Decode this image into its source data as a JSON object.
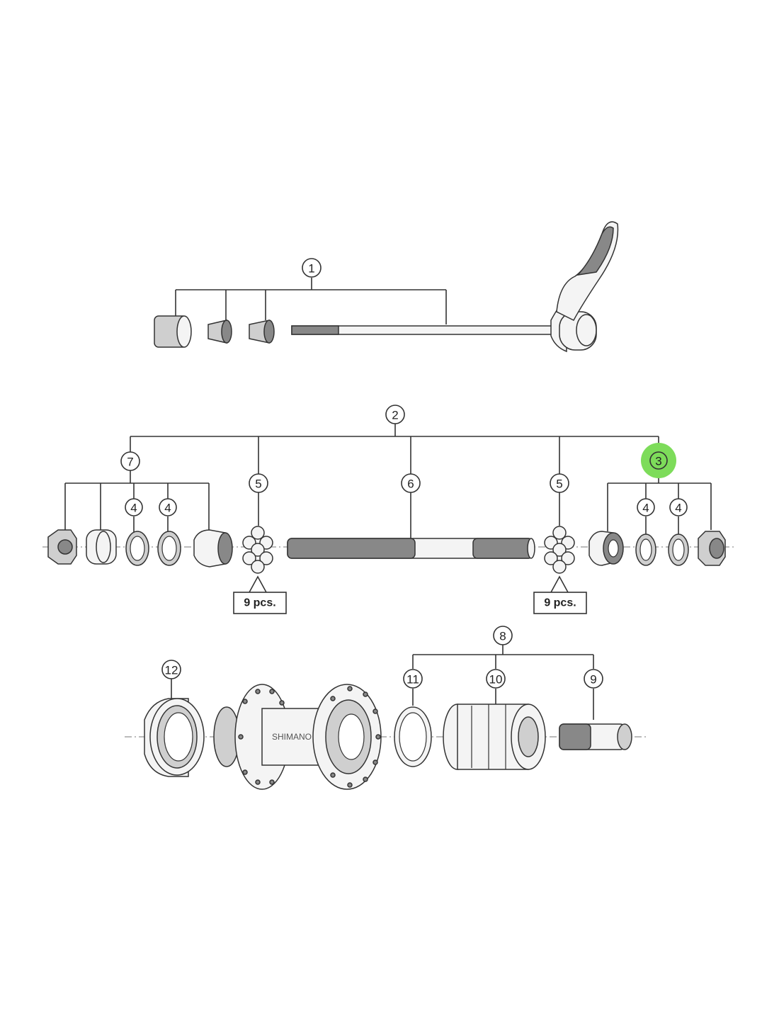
{
  "callouts": {
    "c1": "1",
    "c2": "2",
    "c3": "3",
    "c4a": "4",
    "c4b": "4",
    "c4c": "4",
    "c4d": "4",
    "c5a": "5",
    "c5b": "5",
    "c6": "6",
    "c7": "7",
    "c8": "8",
    "c9": "9",
    "c10": "10",
    "c11": "11",
    "c12": "12"
  },
  "quantities": {
    "left": "9 pcs.",
    "right": "9 pcs."
  },
  "hub_brand": "SHIMANO",
  "colors": {
    "highlight": "#7ddc5a",
    "line": "#333333"
  }
}
